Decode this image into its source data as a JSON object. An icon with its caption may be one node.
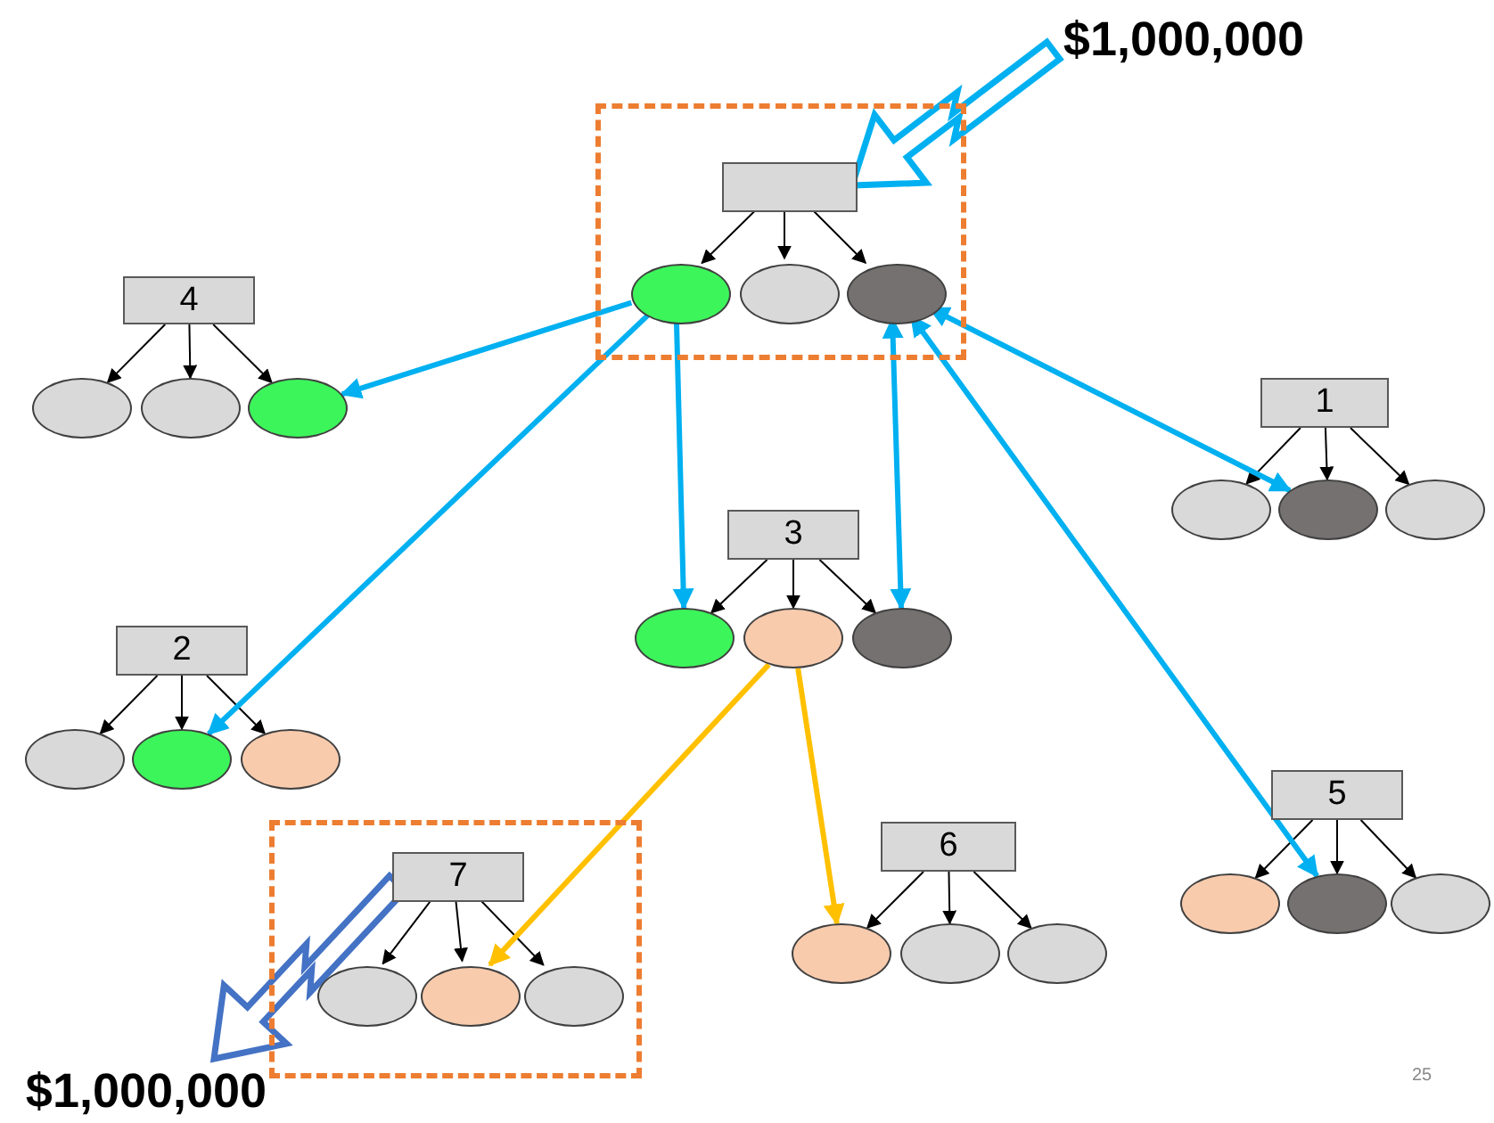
{
  "diagram": {
    "nodes": [
      {
        "text": [
          "$1,000,000"
        ]
      },
      {
        "text": [],
        "shape": "frame"
      },
      {
        "text": [],
        "shape": "box",
        "in": 1
      },
      {
        "text": [],
        "shape": "ellipse",
        "in": 1
      },
      {
        "text": [],
        "shape": "ellipse",
        "in": 1
      },
      {
        "text": [],
        "shape": "ellipse",
        "in": 1
      },
      {
        "text": [
          "4"
        ]
      },
      {
        "text": [],
        "shape": "ellipse"
      },
      {
        "text": [],
        "shape": "ellipse"
      },
      {
        "text": [],
        "shape": "ellipse"
      },
      {
        "text": [
          "1"
        ]
      },
      {
        "text": [],
        "shape": "ellipse"
      },
      {
        "text": [],
        "shape": "ellipse"
      },
      {
        "text": [],
        "shape": "ellipse"
      },
      {
        "text": [
          "3"
        ]
      },
      {
        "text": [],
        "shape": "ellipse"
      },
      {
        "text": [],
        "shape": "ellipse"
      },
      {
        "text": [],
        "shape": "ellipse"
      },
      {
        "text": [
          "2"
        ]
      },
      {
        "text": [],
        "shape": "ellipse"
      },
      {
        "text": [],
        "shape": "ellipse"
      },
      {
        "text": [],
        "shape": "ellipse"
      },
      {
        "text": [
          "5"
        ]
      },
      {
        "text": [],
        "shape": "ellipse"
      },
      {
        "text": [],
        "shape": "ellipse"
      },
      {
        "text": [],
        "shape": "ellipse"
      },
      {
        "text": [
          "6"
        ]
      },
      {
        "text": [],
        "shape": "ellipse"
      },
      {
        "text": [],
        "shape": "ellipse"
      },
      {
        "text": [],
        "shape": "ellipse"
      },
      {
        "text": [],
        "shape": "frame"
      },
      {
        "text": [
          "7"
        ],
        "in": 30
      },
      {
        "text": [],
        "shape": "ellipse",
        "in": 30
      },
      {
        "text": [],
        "shape": "ellipse",
        "in": 30
      },
      {
        "text": [],
        "shape": "ellipse",
        "in": 30
      },
      {
        "text": [
          "$1,000,000"
        ]
      }
    ],
    "edges": [
      {
        "from": 2,
        "to": 3,
        "arrow": "to"
      },
      {
        "from": 2,
        "to": 4,
        "arrow": "to"
      },
      {
        "from": 2,
        "to": 5,
        "arrow": "to"
      },
      {
        "from": 6,
        "to": 7,
        "arrow": "to"
      },
      {
        "from": 6,
        "to": 8,
        "arrow": "to"
      },
      {
        "from": 6,
        "to": 9,
        "arrow": "to"
      },
      {
        "from": 10,
        "to": 11,
        "arrow": "to"
      },
      {
        "from": 10,
        "to": 12,
        "arrow": "to"
      },
      {
        "from": 10,
        "to": 13,
        "arrow": "to"
      },
      {
        "from": 14,
        "to": 15,
        "arrow": "to"
      },
      {
        "from": 14,
        "to": 16,
        "arrow": "to"
      },
      {
        "from": 14,
        "to": 17,
        "arrow": "to"
      },
      {
        "from": 18,
        "to": 19,
        "arrow": "to"
      },
      {
        "from": 18,
        "to": 20,
        "arrow": "to"
      },
      {
        "from": 18,
        "to": 21,
        "arrow": "to"
      },
      {
        "from": 22,
        "to": 23,
        "arrow": "to"
      },
      {
        "from": 22,
        "to": 24,
        "arrow": "to"
      },
      {
        "from": 22,
        "to": 25,
        "arrow": "to"
      },
      {
        "from": 26,
        "to": 27,
        "arrow": "to"
      },
      {
        "from": 26,
        "to": 28,
        "arrow": "to"
      },
      {
        "from": 26,
        "to": 29,
        "arrow": "to"
      },
      {
        "from": 31,
        "to": 32,
        "arrow": "to"
      },
      {
        "from": 31,
        "to": 33,
        "arrow": "to"
      },
      {
        "from": 31,
        "to": 34,
        "arrow": "to"
      },
      {
        "from": 3,
        "to": 9,
        "arrow": "to",
        "style": "thick",
        "color": "#00b0f0"
      },
      {
        "from": 3,
        "to": 20,
        "arrow": "to",
        "style": "thick",
        "color": "#00b0f0"
      },
      {
        "from": 3,
        "to": 15,
        "arrow": "to",
        "style": "thick",
        "color": "#00b0f0"
      },
      {
        "from": 5,
        "to": 17,
        "arrow": "both",
        "style": "thick",
        "color": "#00b0f0"
      },
      {
        "from": 5,
        "to": 12,
        "arrow": "both",
        "style": "thick",
        "color": "#00b0f0"
      },
      {
        "from": 5,
        "to": 24,
        "arrow": "both",
        "style": "thick",
        "color": "#00b0f0"
      },
      {
        "from": 16,
        "to": 33,
        "arrow": "to",
        "style": "thick",
        "color": "#ffc000"
      },
      {
        "from": 16,
        "to": 27,
        "arrow": "to",
        "style": "thick",
        "color": "#ffc000"
      },
      {
        "from": 0,
        "to": 2,
        "arrow": "to",
        "style": "thick",
        "color": "#00b0f0"
      },
      {
        "from": 31,
        "to": 35,
        "arrow": "to",
        "style": "thick",
        "color": "#4472c4"
      }
    ],
    "labels": [
      "25"
    ]
  }
}
